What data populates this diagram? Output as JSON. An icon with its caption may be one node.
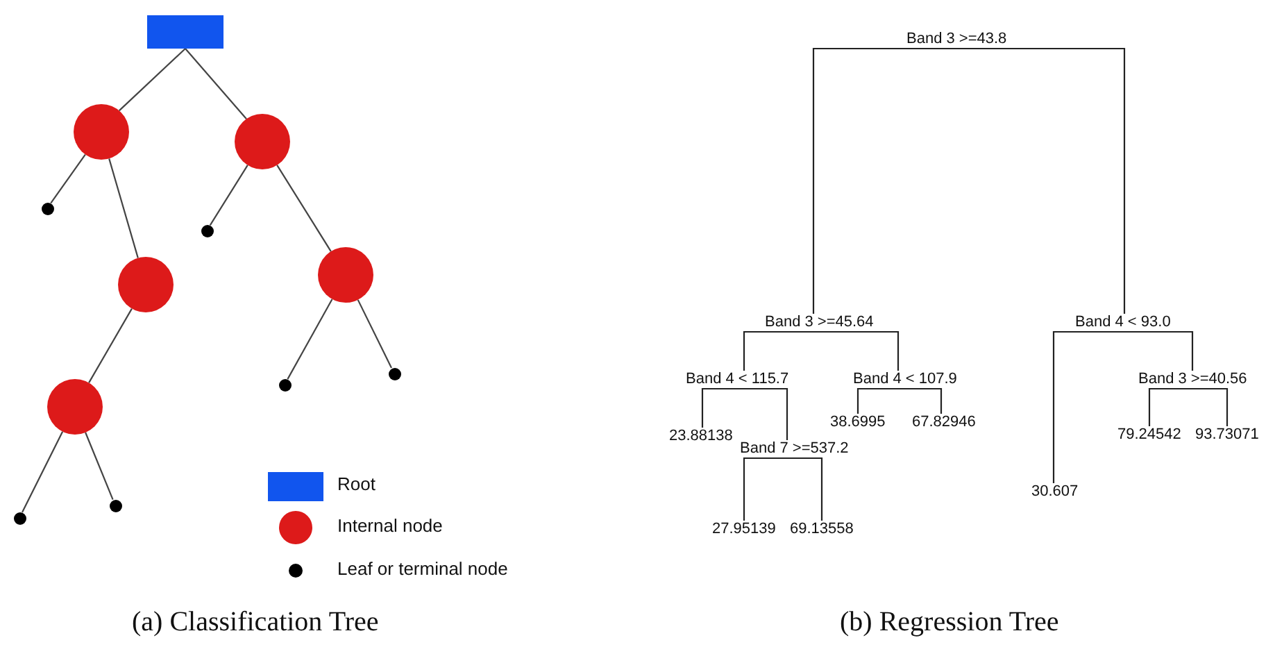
{
  "diagram": {
    "nodes": [
      {
        "text": [],
        "shape": "box"
      },
      {
        "text": [],
        "shape": "circle"
      },
      {
        "text": [],
        "shape": "circle"
      },
      {
        "text": [],
        "shape": "circle"
      },
      {
        "text": [],
        "shape": "circle"
      },
      {
        "text": [],
        "shape": "circle"
      },
      {
        "text": [],
        "shape": "circle"
      },
      {
        "text": [],
        "shape": "circle"
      },
      {
        "text": [],
        "shape": "circle"
      },
      {
        "text": [],
        "shape": "circle"
      },
      {
        "text": [],
        "shape": "circle"
      },
      {
        "text": [],
        "shape": "circle"
      },
      {
        "text": [
          "Band 3 >=43.8"
        ]
      },
      {
        "text": [
          "Band 3 >=45.64"
        ]
      },
      {
        "text": [
          "Band 4 < 93.0"
        ]
      },
      {
        "text": [
          "Band 4 < 115.7"
        ]
      },
      {
        "text": [
          "Band 4 < 107.9"
        ]
      },
      {
        "text": [
          "23.88138"
        ]
      },
      {
        "text": [
          "Band 7 >=537.2"
        ]
      },
      {
        "text": [
          "38.6995"
        ]
      },
      {
        "text": [
          "67.82946"
        ]
      },
      {
        "text": [
          "27.95139"
        ]
      },
      {
        "text": [
          "69.13558"
        ]
      },
      {
        "text": [
          "30.607"
        ]
      },
      {
        "text": [
          "Band 3 >=40.56"
        ]
      },
      {
        "text": [
          "79.24542"
        ]
      },
      {
        "text": [
          "93.73071"
        ]
      }
    ],
    "edges": [
      {
        "from": 0,
        "to": 1,
        "arrow": "none"
      },
      {
        "from": 0,
        "to": 2,
        "arrow": "none"
      },
      {
        "from": 1,
        "to": 3,
        "arrow": "none"
      },
      {
        "from": 1,
        "to": 4,
        "arrow": "none"
      },
      {
        "from": 2,
        "to": 5,
        "arrow": "none"
      },
      {
        "from": 2,
        "to": 6,
        "arrow": "none"
      },
      {
        "from": 4,
        "to": 7,
        "arrow": "none"
      },
      {
        "from": 6,
        "to": 8,
        "arrow": "none"
      },
      {
        "from": 6,
        "to": 9,
        "arrow": "none"
      },
      {
        "from": 7,
        "to": 10,
        "arrow": "none"
      },
      {
        "from": 7,
        "to": 11,
        "arrow": "none"
      },
      {
        "from": 12,
        "to": 13,
        "arrow": "none"
      },
      {
        "from": 12,
        "to": 14,
        "arrow": "none"
      },
      {
        "from": 13,
        "to": 15,
        "arrow": "none"
      },
      {
        "from": 13,
        "to": 16,
        "arrow": "none"
      },
      {
        "from": 15,
        "to": 17,
        "arrow": "none"
      },
      {
        "from": 15,
        "to": 18,
        "arrow": "none"
      },
      {
        "from": 16,
        "to": 19,
        "arrow": "none"
      },
      {
        "from": 16,
        "to": 20,
        "arrow": "none"
      },
      {
        "from": 18,
        "to": 21,
        "arrow": "none"
      },
      {
        "from": 18,
        "to": 22,
        "arrow": "none"
      },
      {
        "from": 14,
        "to": 23,
        "arrow": "none"
      },
      {
        "from": 14,
        "to": 24,
        "arrow": "none"
      },
      {
        "from": 24,
        "to": 25,
        "arrow": "none"
      },
      {
        "from": 24,
        "to": 26,
        "arrow": "none"
      }
    ],
    "labels": [
      "(a) Classification Tree",
      "(b) Regression Tree"
    ],
    "legend": [
      {
        "text": "Root",
        "color": "#1155ee"
      },
      {
        "text": "Internal node",
        "color": "#dd1a1a"
      },
      {
        "text": "Leaf or terminal node",
        "color": "#000000"
      }
    ]
  }
}
